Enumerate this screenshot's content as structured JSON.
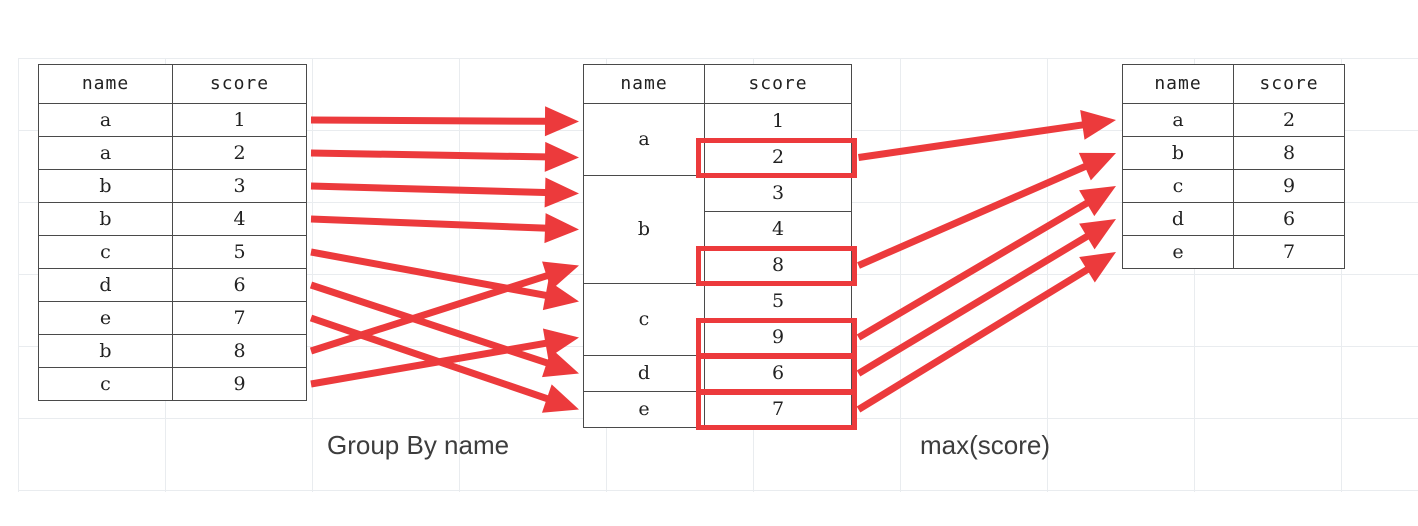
{
  "diagram": {
    "title": "Group By name then max(score)",
    "accent_color": "#ec3a3c",
    "grid_color": "#e9ecef",
    "table_border_color": "#4a4a4a"
  },
  "source_table": {
    "name": "source-table",
    "columns": [
      "name",
      "score"
    ],
    "rows": [
      {
        "name": "a",
        "score": "1"
      },
      {
        "name": "a",
        "score": "2"
      },
      {
        "name": "b",
        "score": "3"
      },
      {
        "name": "b",
        "score": "4"
      },
      {
        "name": "c",
        "score": "5"
      },
      {
        "name": "d",
        "score": "6"
      },
      {
        "name": "e",
        "score": "7"
      },
      {
        "name": "b",
        "score": "8"
      },
      {
        "name": "c",
        "score": "9"
      }
    ]
  },
  "grouped_table": {
    "name": "grouped-table",
    "columns": [
      "name",
      "score"
    ],
    "groups": [
      {
        "name": "a",
        "scores": [
          "1",
          "2"
        ],
        "max": "2"
      },
      {
        "name": "b",
        "scores": [
          "3",
          "4",
          "8"
        ],
        "max": "8"
      },
      {
        "name": "c",
        "scores": [
          "5",
          "9"
        ],
        "max": "9"
      },
      {
        "name": "d",
        "scores": [
          "6"
        ],
        "max": "6"
      },
      {
        "name": "e",
        "scores": [
          "7"
        ],
        "max": "7"
      }
    ],
    "highlighted_scores": [
      "2",
      "8",
      "9",
      "6",
      "7"
    ]
  },
  "result_table": {
    "name": "result-table",
    "columns": [
      "name",
      "score"
    ],
    "rows": [
      {
        "name": "a",
        "score": "2"
      },
      {
        "name": "b",
        "score": "8"
      },
      {
        "name": "c",
        "score": "9"
      },
      {
        "name": "d",
        "score": "6"
      },
      {
        "name": "e",
        "score": "7"
      }
    ]
  },
  "captions": {
    "group_by": "Group By name",
    "aggregate": "max(score)"
  }
}
